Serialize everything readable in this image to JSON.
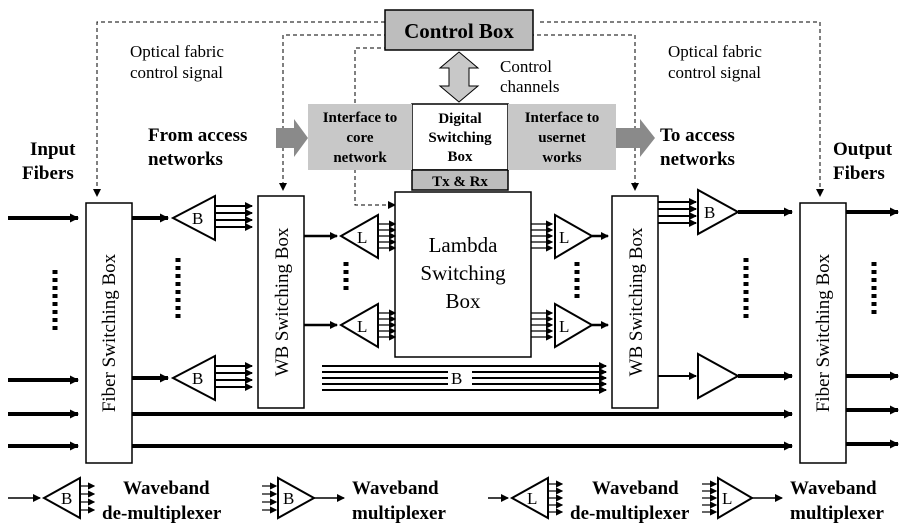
{
  "control_box": "Control Box",
  "optical_fabric_left": [
    "Optical fabric",
    "control signal"
  ],
  "optical_fabric_right": [
    "Optical fabric",
    "control signal"
  ],
  "control_channels": [
    "Control",
    "channels"
  ],
  "digital_switching_box": [
    "Digital",
    "Switching",
    "Box"
  ],
  "tx_rx": "Tx & Rx",
  "interface_core": [
    "Interface to",
    "core",
    "network"
  ],
  "interface_usernet": [
    "Interface to",
    "usernet",
    "works"
  ],
  "from_access": [
    "From access",
    "networks"
  ],
  "to_access": [
    "To access",
    "networks"
  ],
  "input_fibers": [
    "Input",
    "Fibers"
  ],
  "output_fibers": [
    "Output",
    "Fibers"
  ],
  "fiber_switching_box": "Fiber Switching Box",
  "wb_switching_box": "WB Switching Box",
  "lambda_switching_box": [
    "Lambda",
    "Switching",
    "Box"
  ],
  "label_b": "B",
  "label_l": "L",
  "legend": [
    {
      "symbol": "B",
      "line1": "Waveband",
      "line2": "de-multiplexer"
    },
    {
      "symbol": "B",
      "line1": "Waveband",
      "line2": "multiplexer"
    },
    {
      "symbol": "L",
      "line1": "Waveband",
      "line2": "de-multiplexer"
    },
    {
      "symbol": "L",
      "line1": "Waveband",
      "line2": "multiplexer"
    }
  ]
}
